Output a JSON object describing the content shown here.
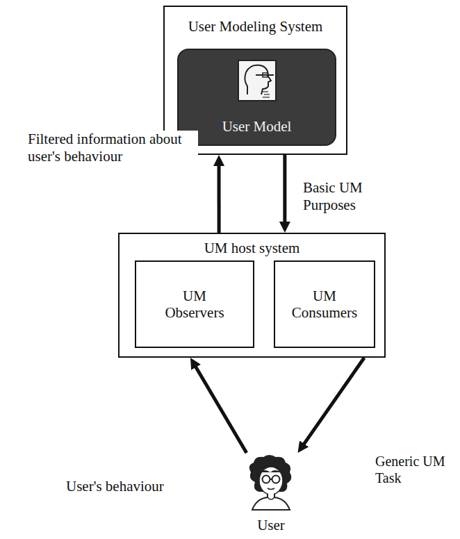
{
  "diagram": {
    "nodes": [
      {
        "text": [
          "User Modeling System"
        ]
      },
      {
        "text": [
          "User Model"
        ],
        "in": 0
      },
      {
        "text": [
          "UM host system"
        ]
      },
      {
        "text": [
          "UM Observers"
        ],
        "in": 2
      },
      {
        "text": [
          "UM Consumers"
        ],
        "in": 2
      },
      {
        "text": [
          "User"
        ]
      }
    ],
    "edges": [
      {
        "from": 2,
        "to": 0,
        "label": "Filtered information about user's behaviour",
        "arrow": "to"
      },
      {
        "from": 0,
        "to": 2,
        "label": "Basic UM Purposes",
        "arrow": "to"
      },
      {
        "from": 5,
        "to": 2,
        "label": "User's behaviour",
        "arrow": "to"
      },
      {
        "from": 2,
        "to": 5,
        "label": "Generic UM Task",
        "arrow": "to"
      }
    ]
  }
}
